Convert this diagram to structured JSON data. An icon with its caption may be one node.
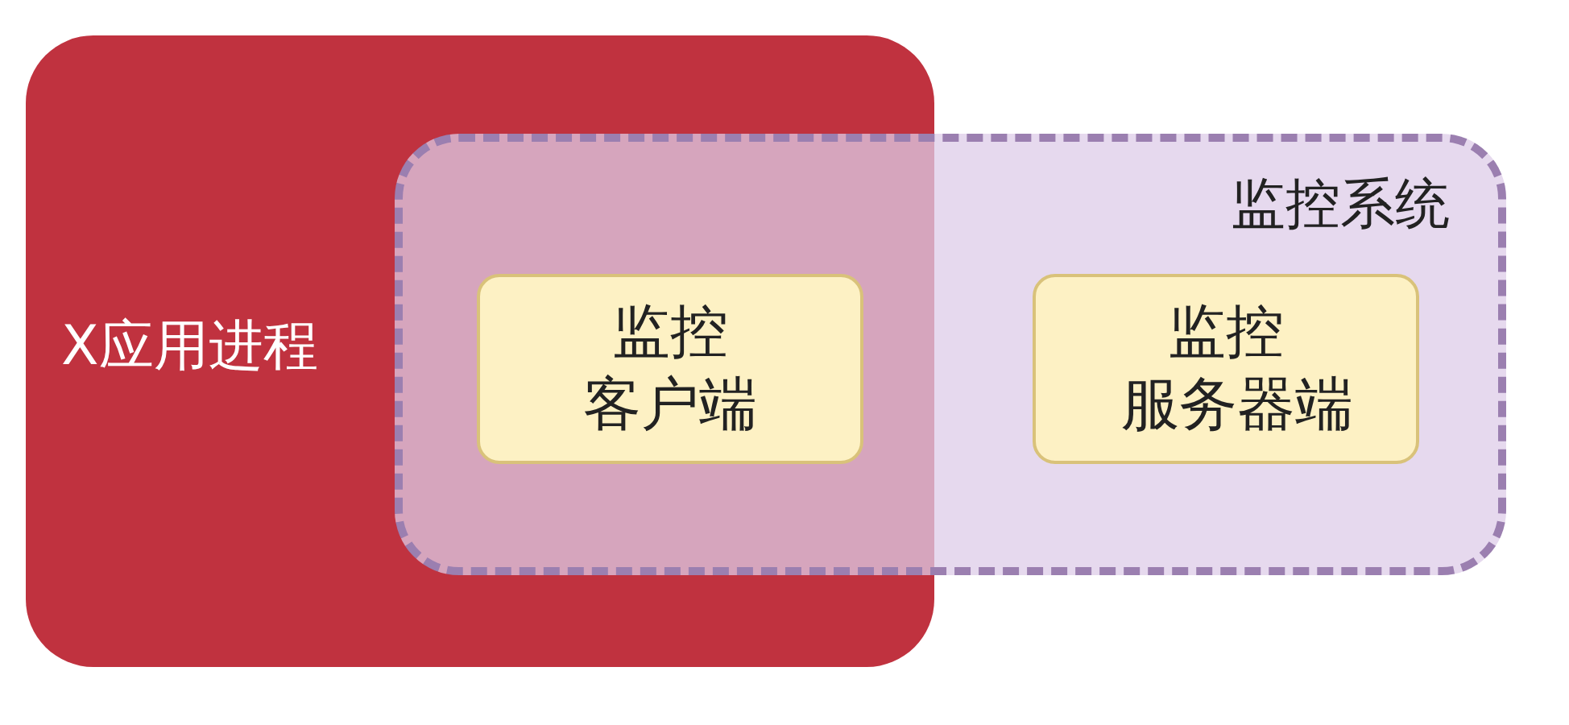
{
  "diagram": {
    "nodes": [
      {
        "text": [
          "X应用进程"
        ]
      },
      {
        "text": [
          "监控系统"
        ]
      },
      {
        "text": [
          "监控客户端"
        ]
      },
      {
        "text": [
          "监控服务器端"
        ],
        "in": 1
      }
    ],
    "edges": []
  }
}
